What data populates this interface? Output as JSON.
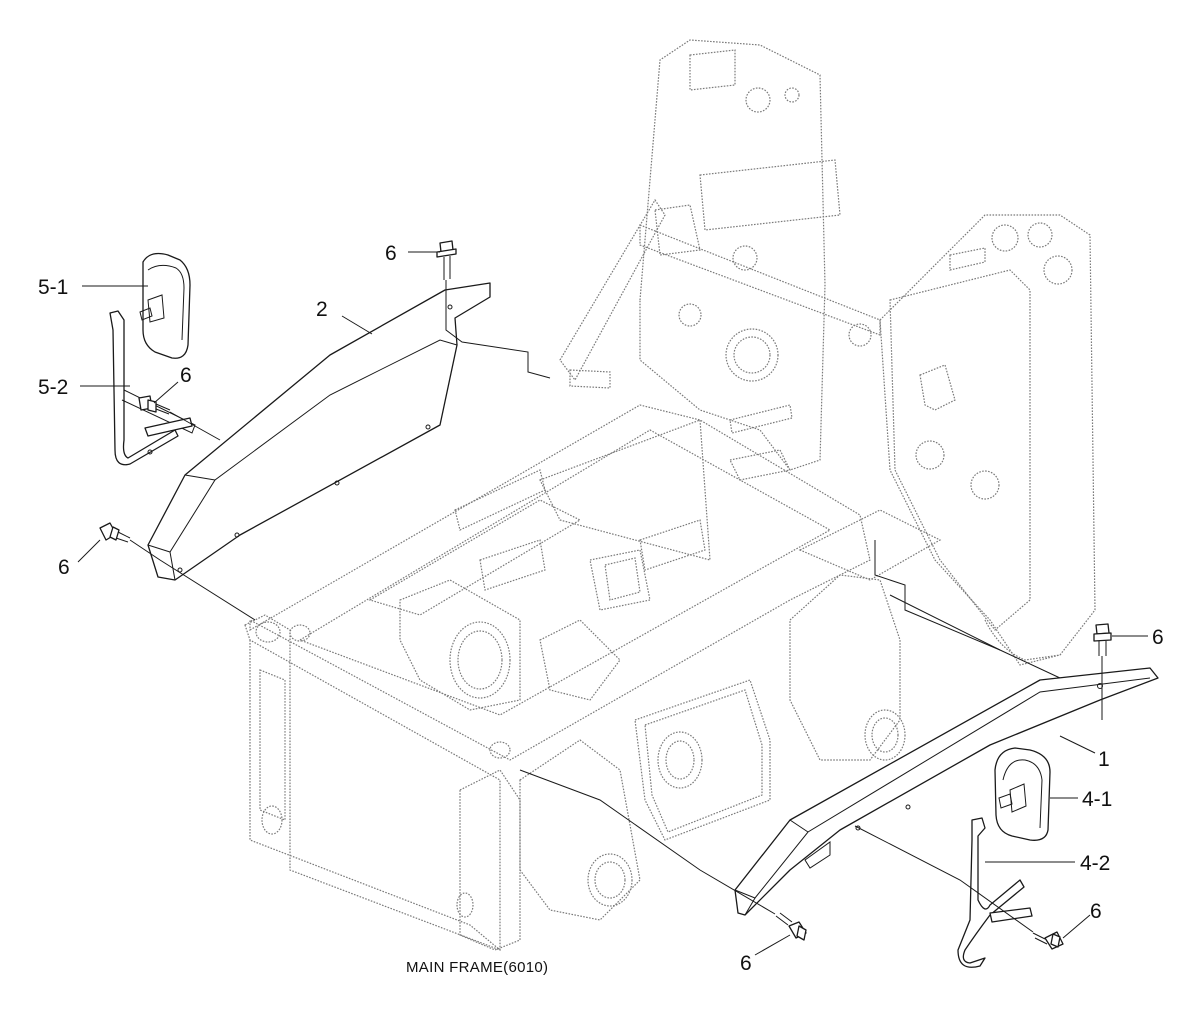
{
  "caption": "MAIN FRAME(6010)",
  "parts": [
    {
      "id": "p1",
      "label": "1"
    },
    {
      "id": "p2",
      "label": "2"
    },
    {
      "id": "p41",
      "label": "4-1"
    },
    {
      "id": "p42",
      "label": "4-2"
    },
    {
      "id": "p51",
      "label": "5-1"
    },
    {
      "id": "p52",
      "label": "5-2"
    },
    {
      "id": "p6a",
      "label": "6"
    },
    {
      "id": "p6b",
      "label": "6"
    },
    {
      "id": "p6c",
      "label": "6"
    },
    {
      "id": "p6d",
      "label": "6"
    },
    {
      "id": "p6e",
      "label": "6"
    },
    {
      "id": "p6f",
      "label": "6"
    }
  ]
}
